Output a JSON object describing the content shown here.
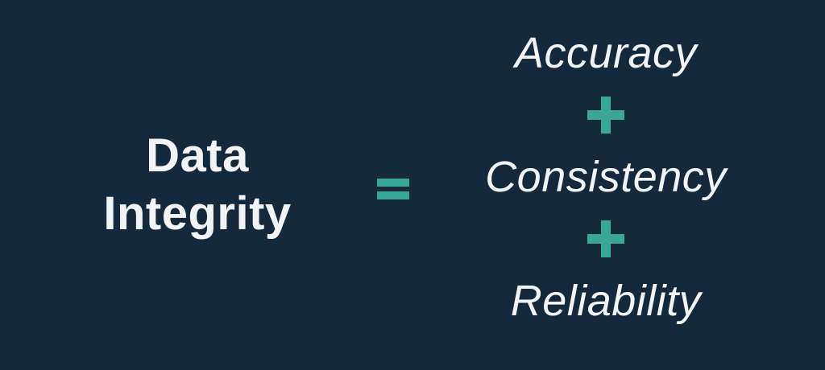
{
  "colors": {
    "background": "#15293c",
    "accent_teal": "#3aa69b",
    "text_white": "#f2f3f4"
  },
  "equation": {
    "left": {
      "line1": "Data",
      "line2": "Integrity"
    },
    "equals_symbol": "=",
    "right": {
      "items": [
        {
          "type": "term",
          "label": "Accuracy"
        },
        {
          "type": "operator",
          "label": "+"
        },
        {
          "type": "term",
          "label": "Consistency"
        },
        {
          "type": "operator",
          "label": "+"
        },
        {
          "type": "term",
          "label": "Reliability"
        }
      ]
    }
  }
}
